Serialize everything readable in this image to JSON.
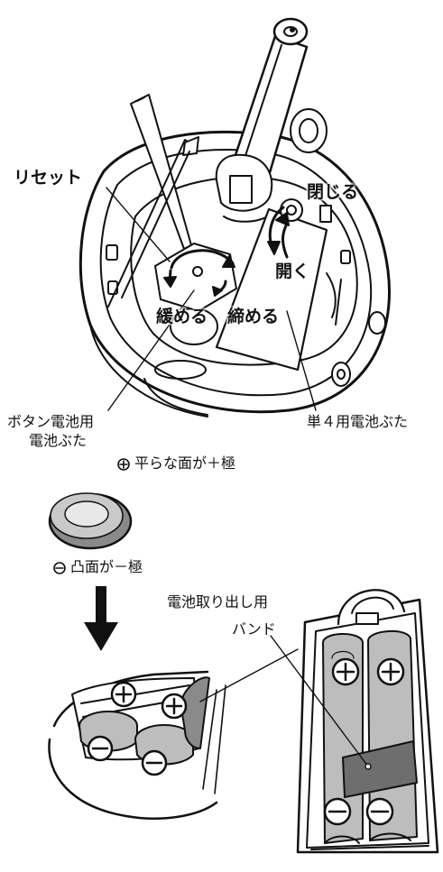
{
  "labels": {
    "reset": "リセット",
    "close": "閉じる",
    "open": "開く",
    "loosen": "緩める",
    "tighten": "締める",
    "button_cover_1": "ボタン電池用",
    "button_cover_2": "電池ぶた",
    "aaa_cover": "単４用電池ぶた",
    "plus_side": "平らな面が＋極",
    "minus_side": "凸面が－極",
    "removal_1": "電池取り出し用",
    "removal_2": "バンド"
  },
  "colors": {
    "line": "#111111",
    "gray_light": "#bdbdbd",
    "gray_mid": "#8a8a8a",
    "gray_dark": "#6e6e6e",
    "white": "#ffffff"
  },
  "icons": [
    "plus-circle-icon",
    "minus-circle-icon",
    "rotate-arrow-icon",
    "down-arrow-icon"
  ]
}
